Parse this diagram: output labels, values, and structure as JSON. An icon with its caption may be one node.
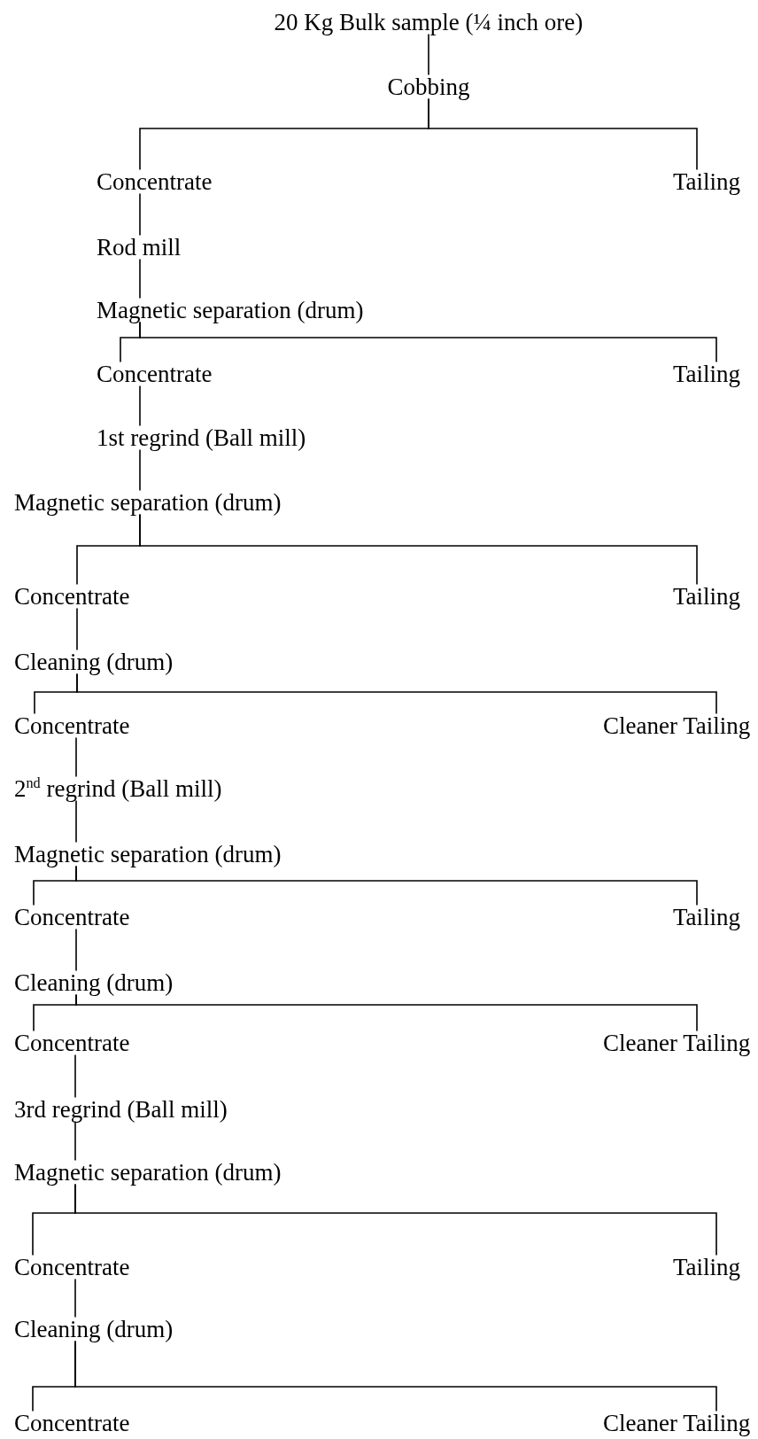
{
  "diagram": {
    "nodes": [
      {
        "text": [
          "20 Kg Bulk sample (¼ inch ore)"
        ]
      },
      {
        "text": [
          "Cobbing"
        ]
      },
      {
        "text": [
          "Concentrate"
        ]
      },
      {
        "text": [
          "Tailing"
        ]
      },
      {
        "text": [
          "Rod mill"
        ]
      },
      {
        "text": [
          "Magnetic separation (drum)"
        ]
      },
      {
        "text": [
          "Concentrate"
        ]
      },
      {
        "text": [
          "Tailing"
        ]
      },
      {
        "text": [
          "1st regrind (Ball mill)"
        ]
      },
      {
        "text": [
          "Magnetic separation (drum)"
        ]
      },
      {
        "text": [
          "Concentrate"
        ]
      },
      {
        "text": [
          "Tailing"
        ]
      },
      {
        "text": [
          "Cleaning (drum)"
        ]
      },
      {
        "text": [
          "Concentrate"
        ]
      },
      {
        "text": [
          "Cleaner Tailing"
        ]
      },
      {
        "text": [
          "2$^{nd}$ regrind (Ball mill)"
        ]
      },
      {
        "text": [
          "Magnetic separation (drum)"
        ]
      },
      {
        "text": [
          "Concentrate"
        ]
      },
      {
        "text": [
          "Tailing"
        ]
      },
      {
        "text": [
          "Cleaning (drum)"
        ]
      },
      {
        "text": [
          "Concentrate"
        ]
      },
      {
        "text": [
          "Cleaner Tailing"
        ]
      },
      {
        "text": [
          "3rd regrind (Ball mill)"
        ]
      },
      {
        "text": [
          "Magnetic separation (drum)"
        ]
      },
      {
        "text": [
          "Concentrate"
        ]
      },
      {
        "text": [
          "Tailing"
        ]
      },
      {
        "text": [
          "Cleaning (drum)"
        ]
      },
      {
        "text": [
          "Concentrate"
        ]
      },
      {
        "text": [
          "Cleaner Tailing"
        ]
      }
    ],
    "edges": [
      {
        "from": 0,
        "to": 1,
        "arrow": "none"
      },
      {
        "from": 1,
        "to": 2,
        "arrow": "none"
      },
      {
        "from": 1,
        "to": 3,
        "arrow": "none"
      },
      {
        "from": 2,
        "to": 4,
        "arrow": "none"
      },
      {
        "from": 4,
        "to": 5,
        "arrow": "none"
      },
      {
        "from": 5,
        "to": 6,
        "arrow": "none"
      },
      {
        "from": 5,
        "to": 7,
        "arrow": "none"
      },
      {
        "from": 6,
        "to": 8,
        "arrow": "none"
      },
      {
        "from": 8,
        "to": 9,
        "arrow": "none"
      },
      {
        "from": 9,
        "to": 10,
        "arrow": "none"
      },
      {
        "from": 9,
        "to": 11,
        "arrow": "none"
      },
      {
        "from": 10,
        "to": 12,
        "arrow": "none"
      },
      {
        "from": 12,
        "to": 13,
        "arrow": "none"
      },
      {
        "from": 12,
        "to": 14,
        "arrow": "none"
      },
      {
        "from": 13,
        "to": 15,
        "arrow": "none"
      },
      {
        "from": 15,
        "to": 16,
        "arrow": "none"
      },
      {
        "from": 16,
        "to": 17,
        "arrow": "none"
      },
      {
        "from": 16,
        "to": 18,
        "arrow": "none"
      },
      {
        "from": 17,
        "to": 19,
        "arrow": "none"
      },
      {
        "from": 19,
        "to": 20,
        "arrow": "none"
      },
      {
        "from": 19,
        "to": 21,
        "arrow": "none"
      },
      {
        "from": 20,
        "to": 22,
        "arrow": "none"
      },
      {
        "from": 22,
        "to": 23,
        "arrow": "none"
      },
      {
        "from": 23,
        "to": 24,
        "arrow": "none"
      },
      {
        "from": 23,
        "to": 25,
        "arrow": "none"
      },
      {
        "from": 24,
        "to": 26,
        "arrow": "none"
      },
      {
        "from": 26,
        "to": 27,
        "arrow": "none"
      },
      {
        "from": 26,
        "to": 28,
        "arrow": "none"
      }
    ]
  }
}
